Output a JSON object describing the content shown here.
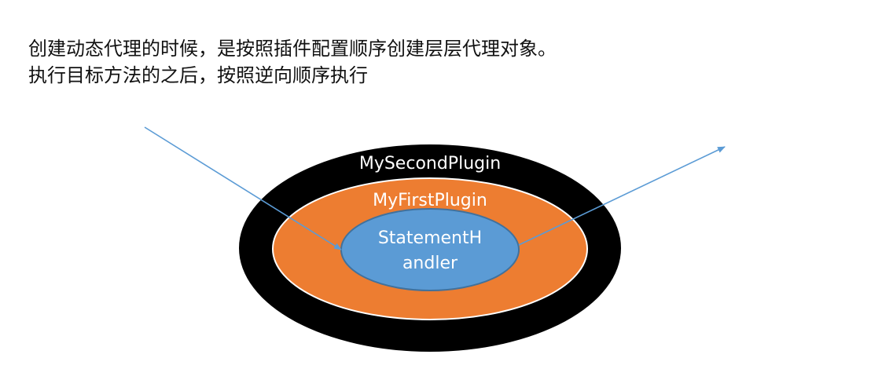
{
  "description": {
    "line1": "创建动态代理的时候，是按照插件配置顺序创建层层代理对象。",
    "line2": "执行目标方法的之后，按照逆向顺序执行"
  },
  "layers": {
    "outer": {
      "label": "MySecondPlugin",
      "fill": "#000000",
      "text_color": "#ffffff"
    },
    "middle": {
      "label": "MyFirstPlugin",
      "fill": "#ED7D31",
      "text_color": "#ffffff"
    },
    "inner": {
      "label_line1": "StatementH",
      "label_line2": "andler",
      "fill": "#5B9BD5",
      "stroke": "#41719C",
      "text_color": "#ffffff"
    }
  },
  "arrows": {
    "color": "#5B9BD5"
  }
}
